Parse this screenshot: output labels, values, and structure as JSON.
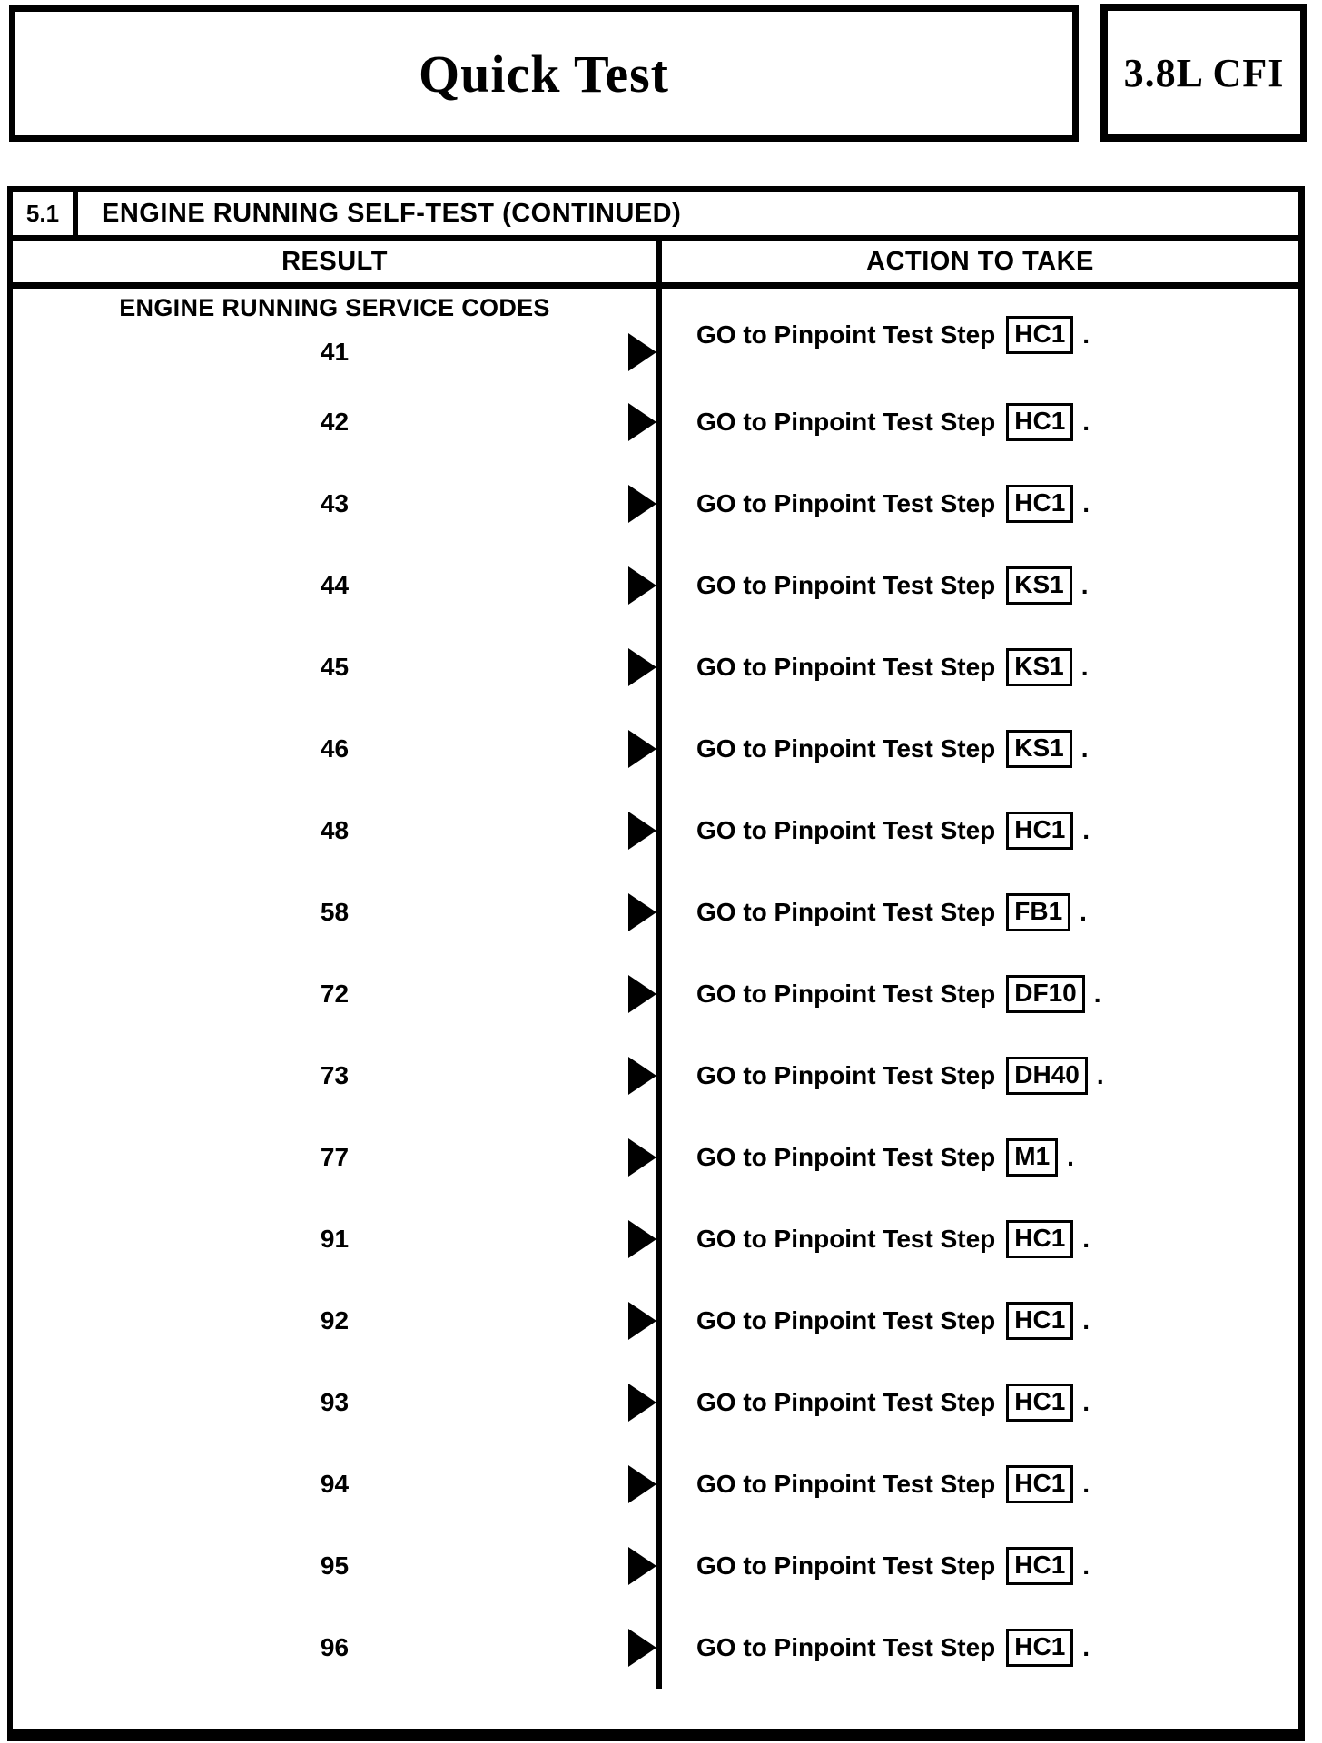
{
  "page": {
    "title": "Quick Test",
    "engine_badge": "3.8L CFI"
  },
  "table": {
    "section_number": "5.1",
    "section_title": "ENGINE RUNNING SELF-TEST (CONTINUED)",
    "columns": [
      "RESULT",
      "ACTION TO TAKE"
    ],
    "group_heading": "ENGINE RUNNING SERVICE CODES",
    "action_prefix": "GO to Pinpoint Test Step",
    "action_suffix": ".",
    "rows": [
      {
        "code": "41",
        "step": "HC1"
      },
      {
        "code": "42",
        "step": "HC1"
      },
      {
        "code": "43",
        "step": "HC1"
      },
      {
        "code": "44",
        "step": "KS1"
      },
      {
        "code": "45",
        "step": "KS1"
      },
      {
        "code": "46",
        "step": "KS1"
      },
      {
        "code": "48",
        "step": "HC1"
      },
      {
        "code": "58",
        "step": "FB1"
      },
      {
        "code": "72",
        "step": "DF10"
      },
      {
        "code": "73",
        "step": "DH40"
      },
      {
        "code": "77",
        "step": "M1"
      },
      {
        "code": "91",
        "step": "HC1"
      },
      {
        "code": "92",
        "step": "HC1"
      },
      {
        "code": "93",
        "step": "HC1"
      },
      {
        "code": "94",
        "step": "HC1"
      },
      {
        "code": "95",
        "step": "HC1"
      },
      {
        "code": "96",
        "step": "HC1"
      }
    ]
  },
  "colors": {
    "ink": "#000000",
    "paper": "#ffffff"
  }
}
